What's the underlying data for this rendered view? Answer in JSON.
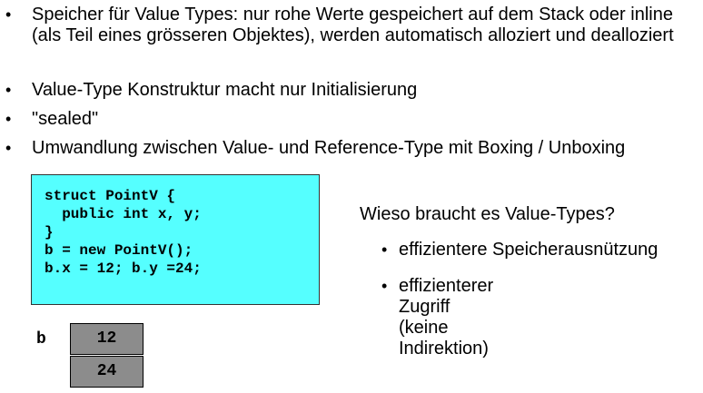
{
  "bullets": [
    "Speicher für Value Types: nur rohe Werte gespeichert auf dem Stack oder inline (als Teil eines grösseren Objektes), werden automatisch alloziert und dealloziert",
    "Value-Type Konstruktur macht nur Initialisierung",
    "\"sealed\"",
    "Umwandlung zwischen Value- und Reference-Type mit Boxing / Unboxing"
  ],
  "bullet_marker": "•",
  "code": {
    "lines": [
      "struct PointV {",
      "  public int x, y;",
      "}",
      "b = new PointV();",
      "b.x = 12; b.y =24;"
    ],
    "background": "#55ffff"
  },
  "question": "Wieso braucht es Value-Types?",
  "reasons": [
    "effizientere Speicherausnützung",
    "effizienterer Zugriff (keine\nIndirektion)"
  ],
  "memory": {
    "variable": "b",
    "cells": [
      "12",
      "24"
    ],
    "cell_color": "#8c8c8c"
  }
}
